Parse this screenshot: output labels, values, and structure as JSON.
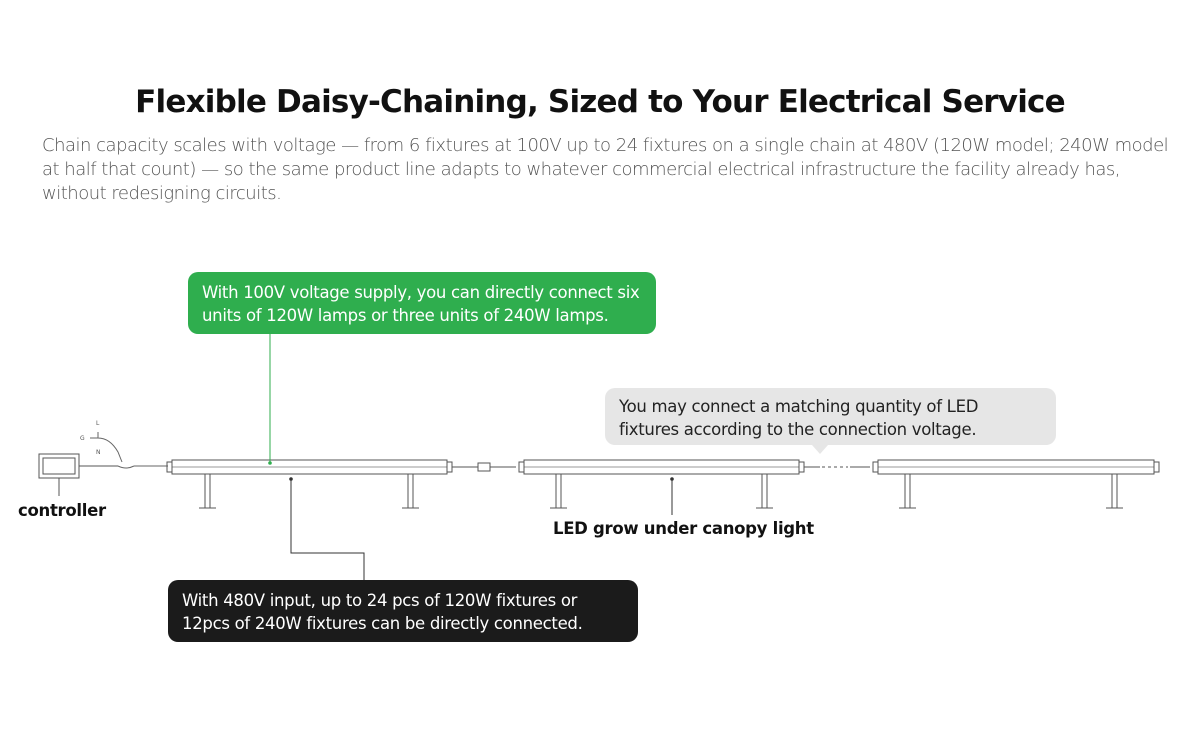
{
  "header": {
    "title": "Flexible Daisy-Chaining, Sized to Your Electrical Service",
    "subtitle": "Chain capacity scales with voltage — from 6 fixtures at 100V up to 24 fixtures on a single chain at 480V (120W model; 240W model at half that count) — so the same product line adapts to whatever commercial electrical infrastructure the facility already has, without redesigning circuits."
  },
  "diagram": {
    "callout_100v": "With 100V voltage supply, you can directly connect six units of 120W lamps or three units of 240W lamps.",
    "callout_matching": "You may connect a matching quantity of LED fixtures according to the connection voltage.",
    "callout_480v": "With 480V input, up to 24 pcs of 120W fixtures or 12pcs of 240W fixtures can be directly connected.",
    "label_controller": "controller",
    "label_led": "LED grow under canopy light",
    "wire_labels": {
      "l": "L",
      "g": "G",
      "n": "N"
    },
    "colors": {
      "green": "#2fae4e",
      "gray": "#e6e6e6",
      "black": "#1b1b1b"
    }
  }
}
